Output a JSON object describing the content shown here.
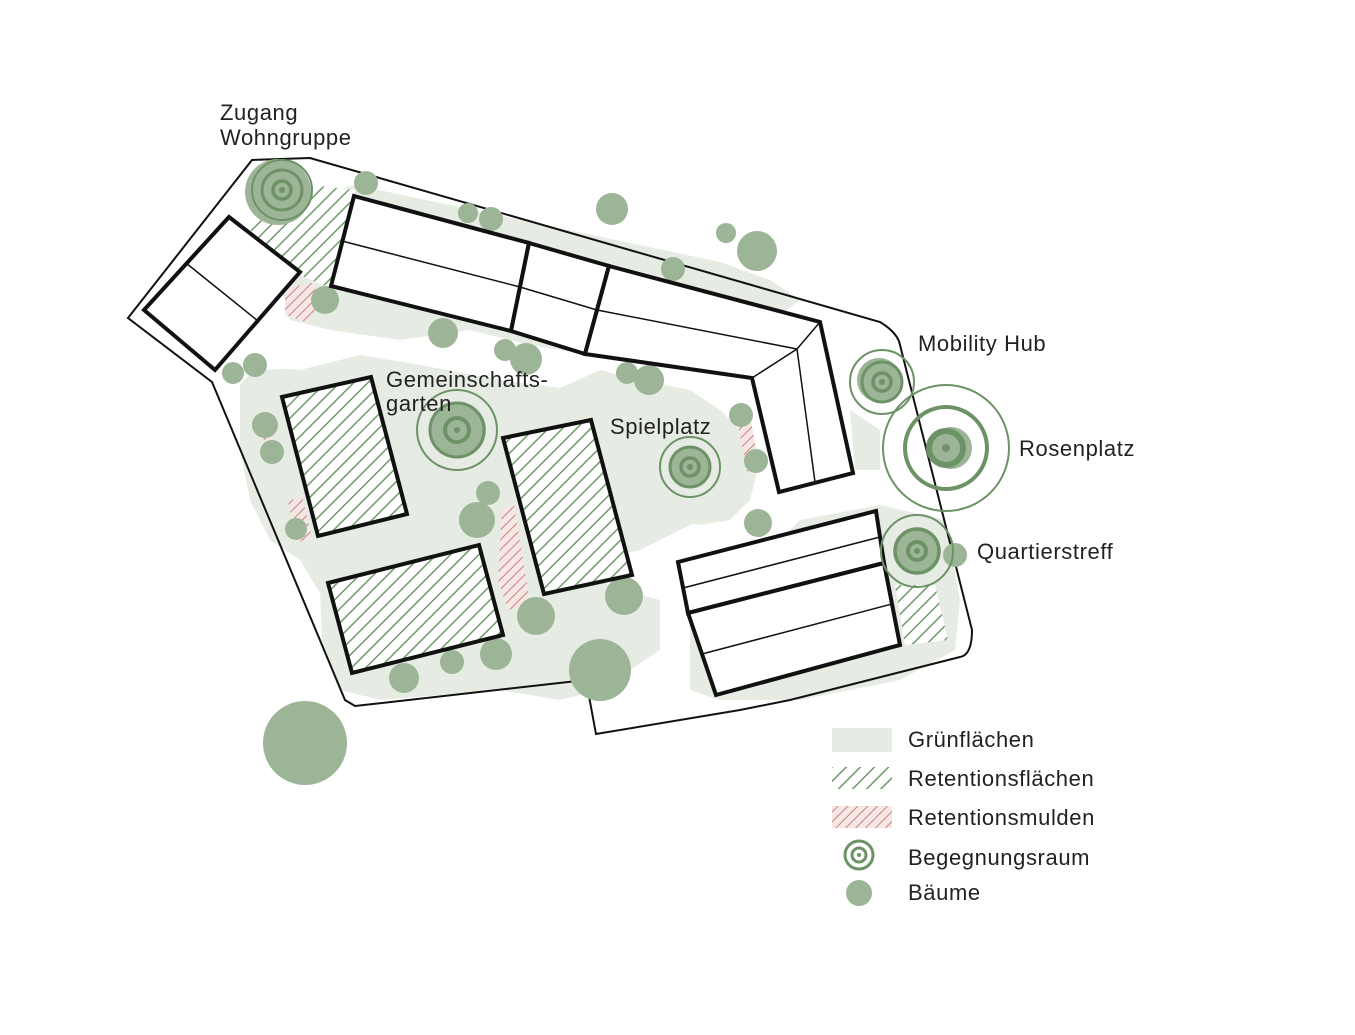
{
  "labels": {
    "zugang_line1": "Zugang",
    "zugang_line2": "Wohngruppe",
    "gemeinschaft_line1": "Gemeinschafts-",
    "gemeinschaft_line2": "garten",
    "spielplatz": "Spielplatz",
    "mobility_hub": "Mobility Hub",
    "rosenplatz": "Rosenplatz",
    "quartierstreff": "Quartierstreff"
  },
  "legend": {
    "items": [
      {
        "key": "gruenflaechen",
        "label": "Grünflächen"
      },
      {
        "key": "retentionsflaechen",
        "label": "Retentionsflächen"
      },
      {
        "key": "retentionsmulden",
        "label": "Retentionsmulden"
      },
      {
        "key": "begegnungsraum",
        "label": "Begegnungsraum"
      },
      {
        "key": "baeume",
        "label": "Bäume"
      }
    ]
  },
  "colors": {
    "green_area": "#e6ebe3",
    "tree": "#9db597",
    "hatch_green": "#6f9a6a",
    "hatch_red": "#c9837c",
    "ring": "#6c9266",
    "outline": "#111111"
  }
}
